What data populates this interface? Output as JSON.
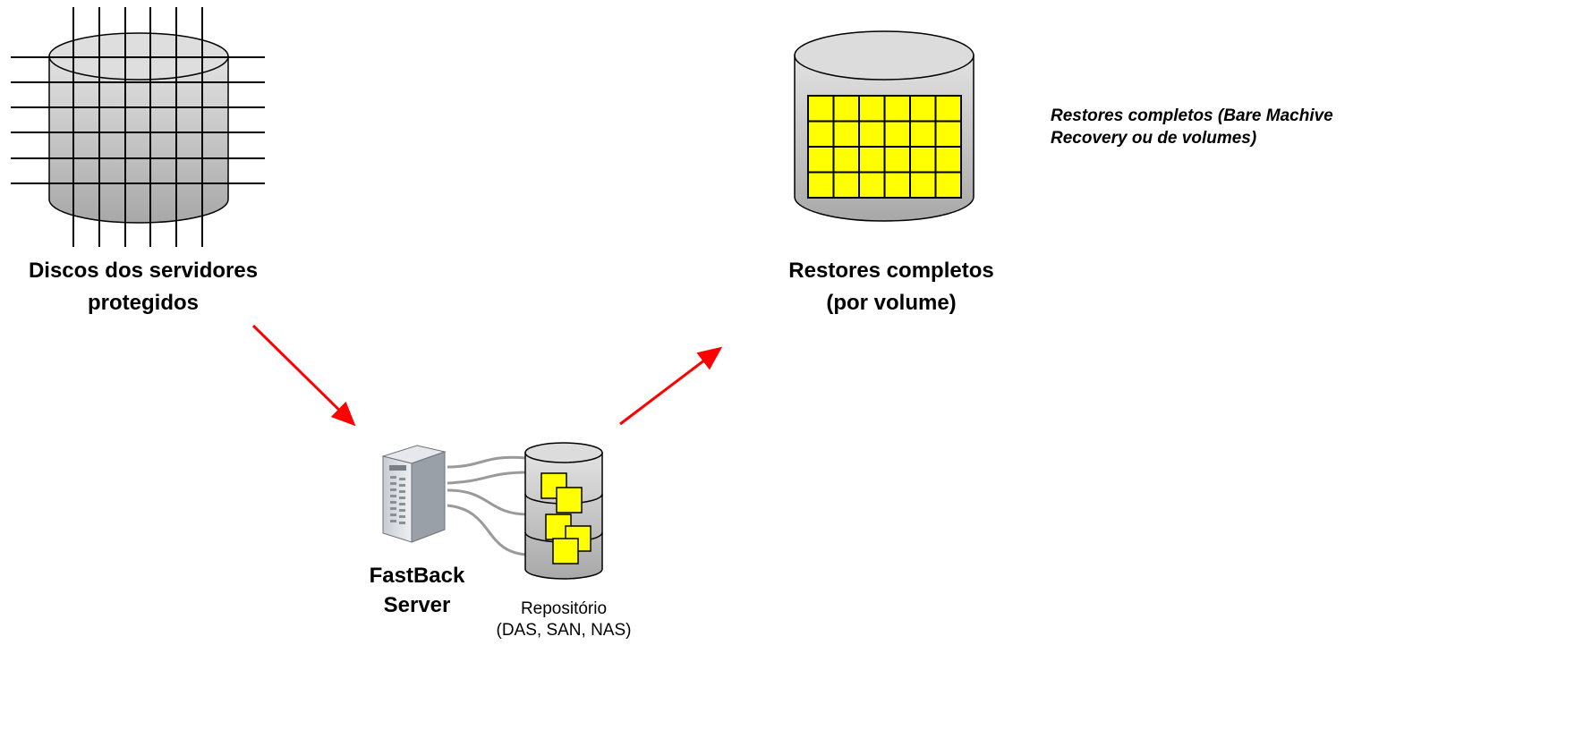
{
  "labels": {
    "protected_disks": [
      "Discos dos servidores",
      "protegidos"
    ],
    "full_restores": [
      "Restores completos",
      "(por volume)"
    ],
    "fastback_server": [
      "FastBack",
      "Server"
    ],
    "repository": [
      "Repositório",
      "(DAS, SAN, NAS)"
    ],
    "note": [
      "Restores completos (Bare Machive",
      "Recovery ou de volumes)"
    ]
  },
  "colors": {
    "arrow": "#ff0000",
    "block": "#ffff00",
    "cylinder_fill": "#c8c8c8",
    "grid_line": "#000000"
  },
  "icons": {
    "protected_disks": "disk-cylinder-grid-icon",
    "full_restores": "disk-cylinder-volume-icon",
    "fastback_server": "server-tower-icon",
    "repository": "storage-stack-icon"
  }
}
